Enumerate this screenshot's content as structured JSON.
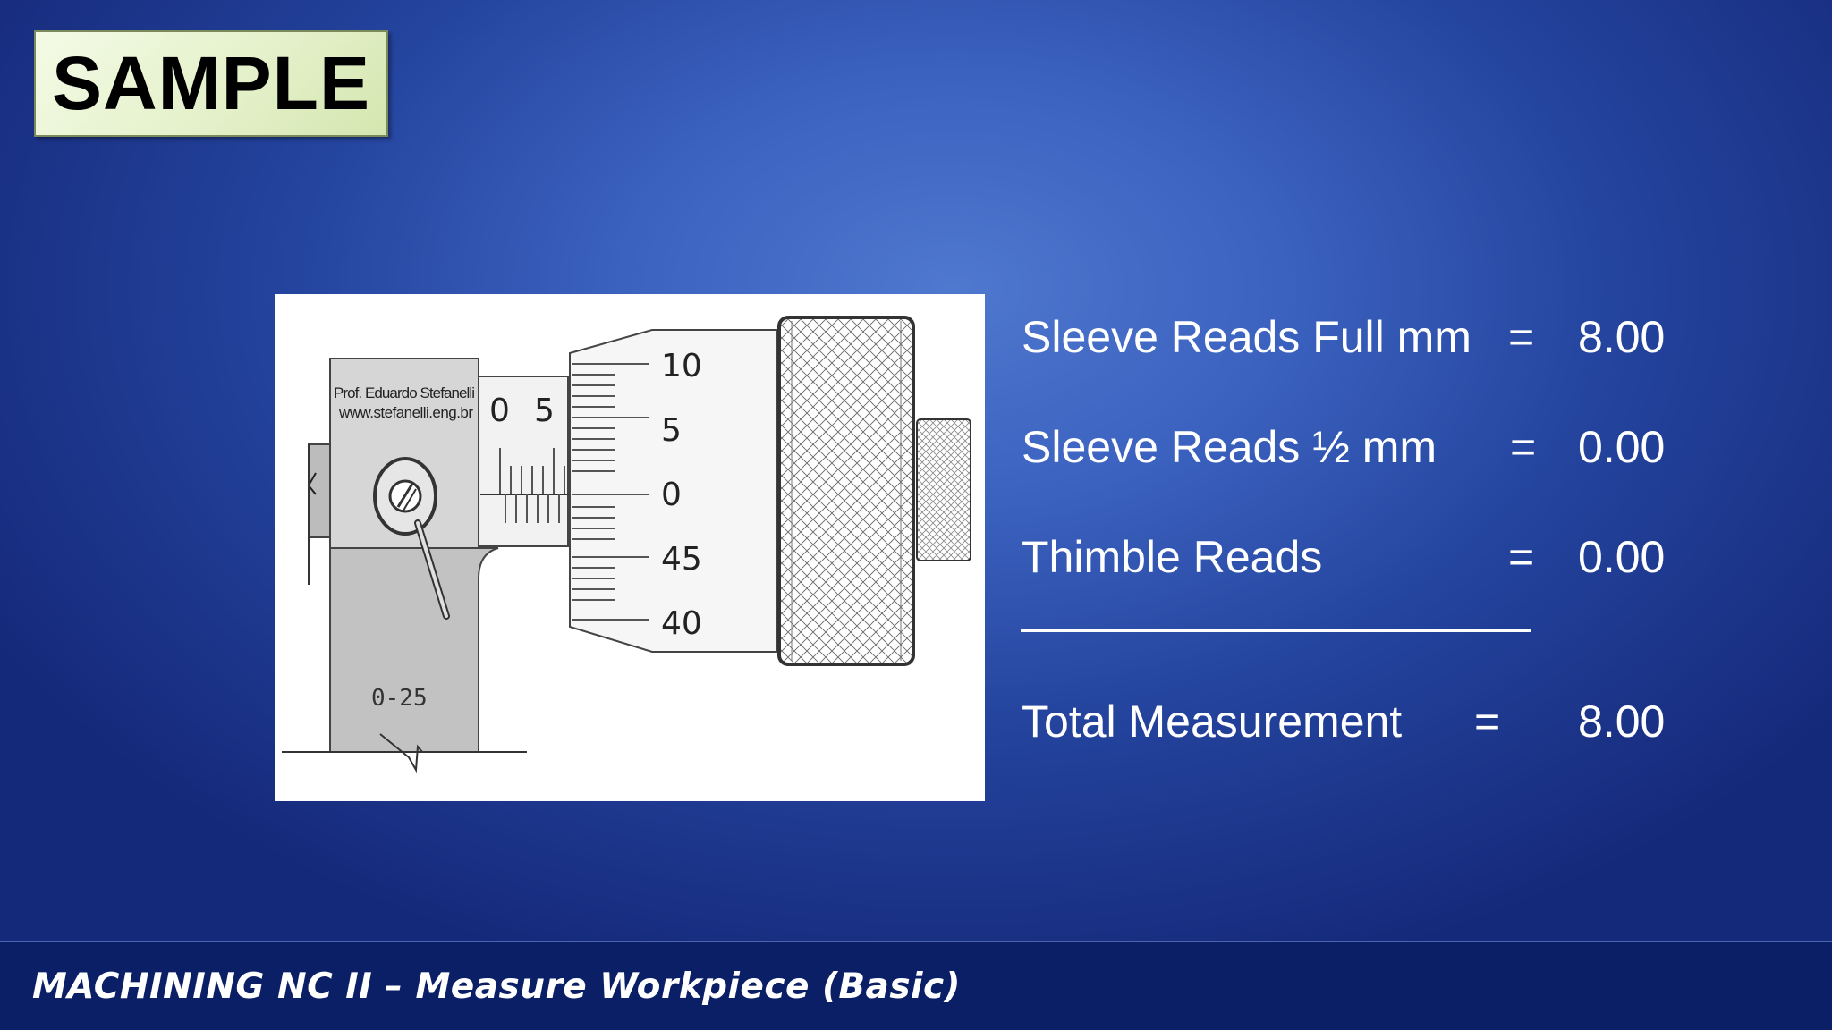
{
  "badge": {
    "text": "SAMPLE"
  },
  "diagram": {
    "credit_name": "Prof. Eduardo Stefanelli",
    "credit_url": "www.stefanelli.eng.br",
    "sleeve_numbers": [
      "0",
      "5"
    ],
    "thimble_numbers": [
      "10",
      "5",
      "0",
      "45",
      "40"
    ],
    "frame_label": "0-25"
  },
  "readings": [
    {
      "label": "Sleeve Reads Full mm",
      "equals": "=",
      "value": "8.00"
    },
    {
      "label": "Sleeve Reads ½ mm",
      "equals": "=",
      "value": "0.00"
    },
    {
      "label": "Thimble Reads",
      "equals": "=",
      "value": "0.00"
    }
  ],
  "total": {
    "label": "Total Measurement",
    "equals": "=",
    "value": "8.00"
  },
  "footer": {
    "text": "MACHINING NC II – Measure Workpiece (Basic)"
  },
  "colors": {
    "background": "#2f52b0",
    "footer": "#0b1f66",
    "badge": "#e8f4d2",
    "text": "#ffffff"
  }
}
